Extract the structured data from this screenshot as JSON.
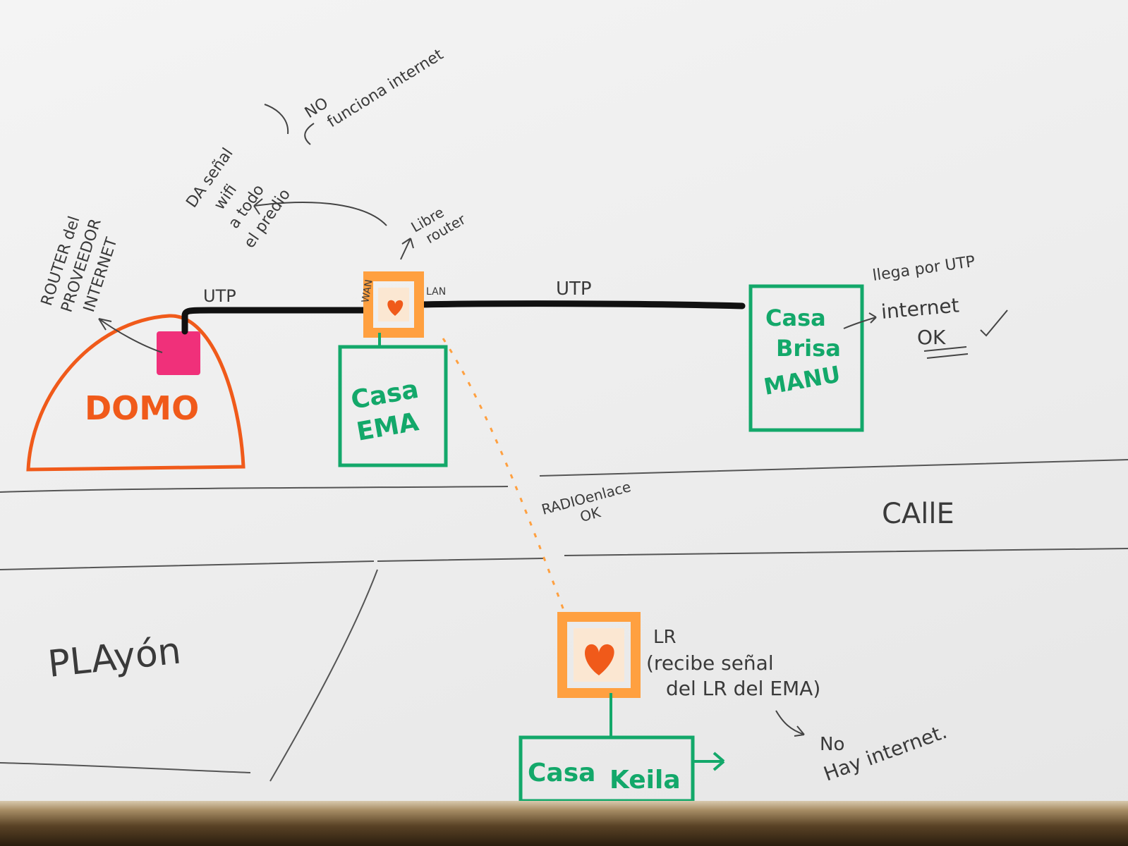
{
  "diagram": {
    "router_note": [
      "ROUTER del",
      "PROVEEDOR",
      "INTERNET"
    ],
    "wifi_note": [
      "DA señal",
      "wifi",
      "a todo",
      "el predio"
    ],
    "no_internet_note": [
      "NO",
      "funciona internet"
    ],
    "libre_router_note": [
      "Libre",
      "router"
    ],
    "utp_left": "UTP",
    "utp_right": "UTP",
    "wan_label": "WAN",
    "lan_label": "LAN",
    "domo_label": "DOMO",
    "casa_ema": [
      "Casa",
      "EMA"
    ],
    "casa_brisa": [
      "Casa",
      "Brisa",
      "MANU"
    ],
    "brisa_note": [
      "llega por UTP",
      "internet",
      "OK"
    ],
    "radioenlace": [
      "RADIOenlace",
      "OK"
    ],
    "calle": "CAllE",
    "playon": "PLAyón",
    "lr_note": [
      "LR",
      "(recibe señal",
      "del LR del EMA)"
    ],
    "no_hay_internet": [
      "No",
      "Hay internet."
    ],
    "casa_keila": [
      "Casa",
      "Keila"
    ],
    "colors": {
      "green_marker": "#13a86a",
      "orange_marker": "#f05a1a",
      "highlighter_orange": "#ffa040",
      "pink_marker": "#f0307a",
      "black_cable": "#111111",
      "pencil": "#3a3a3a"
    }
  }
}
